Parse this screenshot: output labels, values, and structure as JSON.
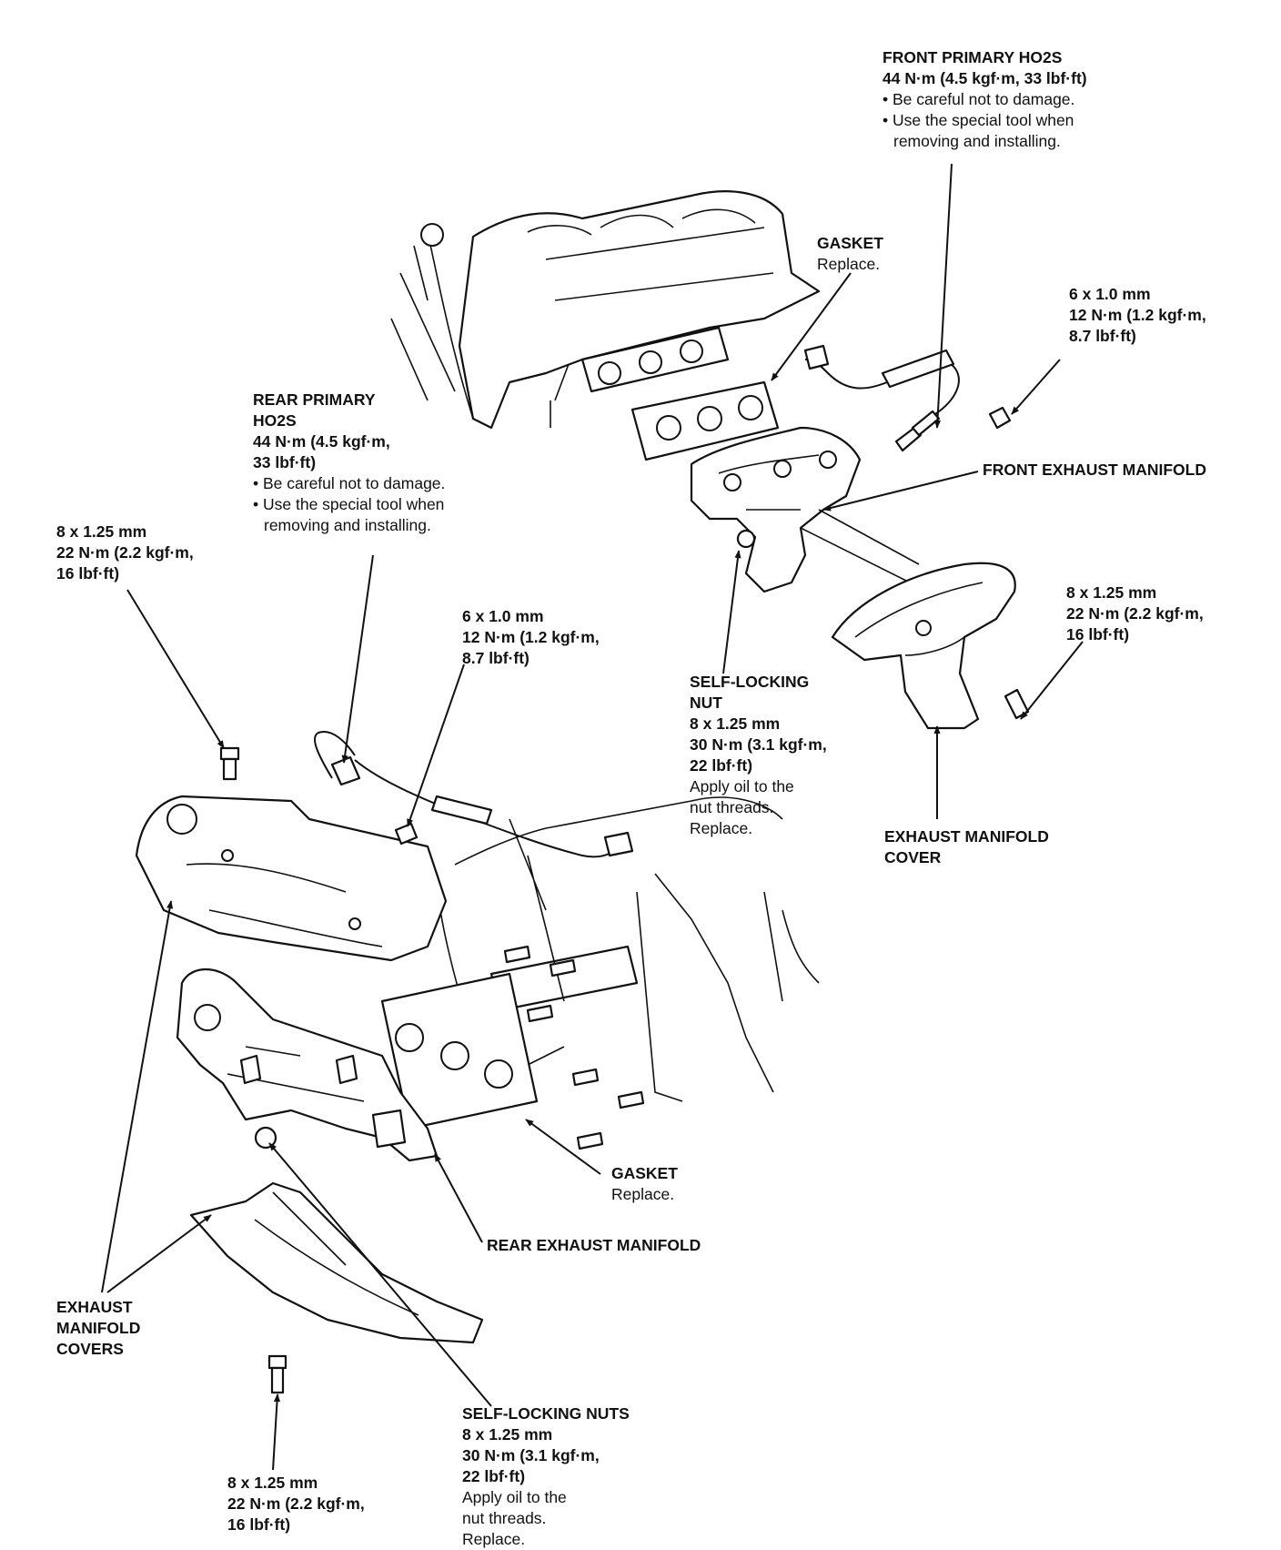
{
  "labels": {
    "front_ho2s": {
      "title": "FRONT PRIMARY HO2S",
      "torque": "44 N·m (4.5 kgf·m, 33 lbf·ft)",
      "note1": "• Be careful not to damage.",
      "note2a": "• Use the special tool when",
      "note2b": "removing and installing."
    },
    "gasket_top": {
      "title": "GASKET",
      "note": "Replace."
    },
    "bolt_6x10_top": {
      "size": "6 x 1.0 mm",
      "torque1": "12 N·m (1.2 kgf·m,",
      "torque2": "8.7 lbf·ft)"
    },
    "rear_ho2s": {
      "title1": "REAR PRIMARY",
      "title2": "HO2S",
      "torque1": "44 N·m (4.5 kgf·m,",
      "torque2": "33 lbf·ft)",
      "note1": "• Be careful not to damage.",
      "note2a": "• Use the special tool when",
      "note2b": "removing and installing."
    },
    "front_manifold": {
      "title": "FRONT EXHAUST MANIFOLD"
    },
    "bolt_8x125_left": {
      "size": "8 x 1.25 mm",
      "torque1": "22 N·m (2.2 kgf·m,",
      "torque2": "16 lbf·ft)"
    },
    "bolt_6x10_mid": {
      "size": "6 x 1.0 mm",
      "torque1": "12 N·m (1.2 kgf·m,",
      "torque2": "8.7 lbf·ft)"
    },
    "bolt_8x125_right": {
      "size": "8 x 1.25 mm",
      "torque1": "22 N·m (2.2 kgf·m,",
      "torque2": "16 lbf·ft)"
    },
    "self_locking_nut": {
      "title1": "SELF-LOCKING",
      "title2": "NUT",
      "size": "8 x 1.25 mm",
      "torque1": "30 N·m (3.1 kgf·m,",
      "torque2": "22 lbf·ft)",
      "note1": "Apply oil to the",
      "note2": "nut threads.",
      "note3": "Replace."
    },
    "manifold_cover": {
      "title1": "EXHAUST MANIFOLD",
      "title2": "COVER"
    },
    "gasket_bottom": {
      "title": "GASKET",
      "note": "Replace."
    },
    "rear_manifold": {
      "title": "REAR EXHAUST MANIFOLD"
    },
    "manifold_covers": {
      "title1": "EXHAUST",
      "title2": "MANIFOLD",
      "title3": "COVERS"
    },
    "self_locking_nuts": {
      "title": "SELF-LOCKING NUTS",
      "size": "8 x 1.25 mm",
      "torque1": "30 N·m (3.1 kgf·m,",
      "torque2": "22 lbf·ft)",
      "note1": "Apply oil to the",
      "note2": "nut threads.",
      "note3": "Replace."
    },
    "bolt_8x125_bottom": {
      "size": "8 x 1.25 mm",
      "torque1": "22 N·m (2.2 kgf·m,",
      "torque2": "16 lbf·ft)"
    }
  }
}
